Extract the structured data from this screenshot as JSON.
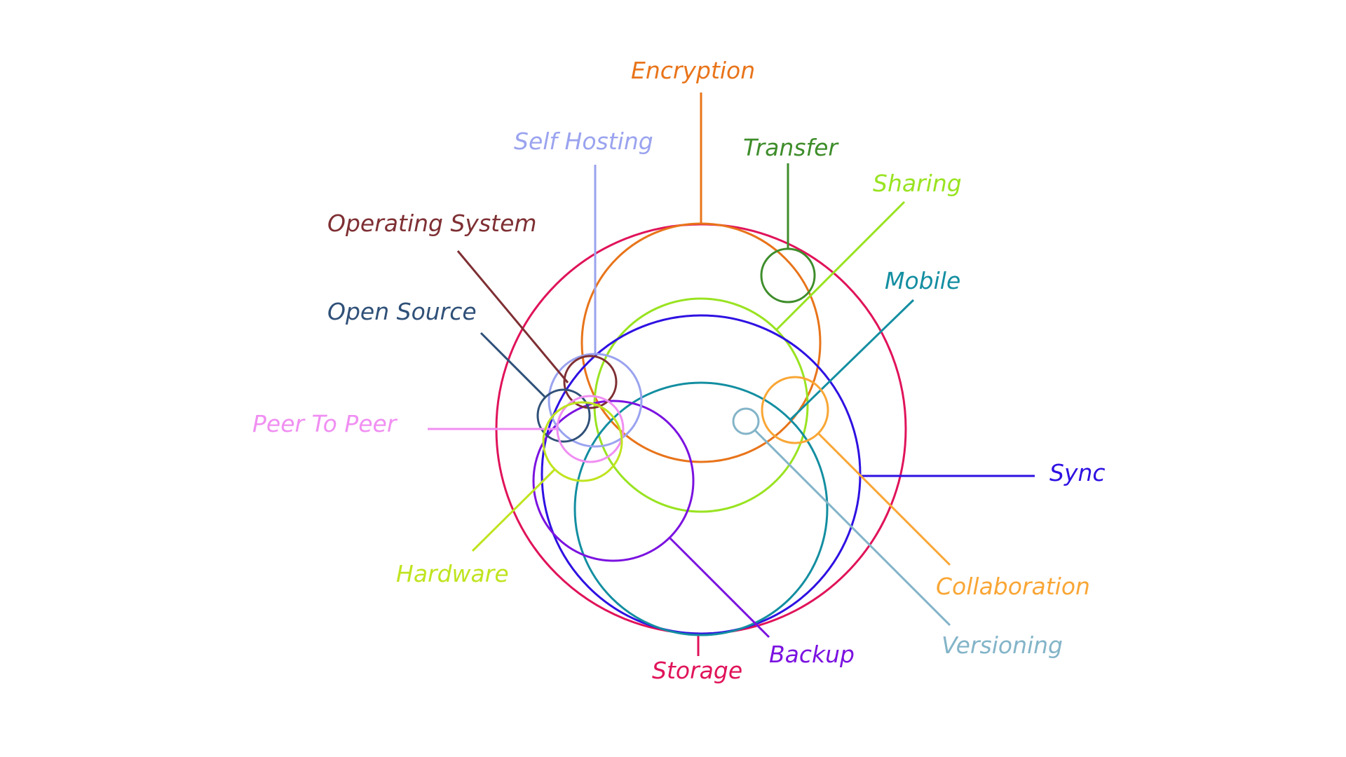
{
  "categories": [
    {
      "key": "storage",
      "label": "Storage",
      "color": "#e0135a"
    },
    {
      "key": "encryption",
      "label": "Encryption",
      "color": "#e8741a"
    },
    {
      "key": "sharing",
      "label": "Sharing",
      "color": "#99e321"
    },
    {
      "key": "sync",
      "label": "Sync",
      "color": "#2e11e2"
    },
    {
      "key": "mobile",
      "label": "Mobile",
      "color": "#138ea1"
    },
    {
      "key": "backup",
      "label": "Backup",
      "color": "#7b12e0"
    },
    {
      "key": "transfer",
      "label": "Transfer",
      "color": "#3e8d2b"
    },
    {
      "key": "collaboration",
      "label": "Collaboration",
      "color": "#f9a635"
    },
    {
      "key": "versioning",
      "label": "Versioning",
      "color": "#83b4c8"
    },
    {
      "key": "self_hosting",
      "label": "Self Hosting",
      "color": "#9aa3ef"
    },
    {
      "key": "operating_system",
      "label": "Operating System",
      "color": "#7e2f33"
    },
    {
      "key": "open_source",
      "label": "Open Source",
      "color": "#2f5078"
    },
    {
      "key": "peer_to_peer",
      "label": "Peer To Peer",
      "color": "#f08ff2"
    },
    {
      "key": "hardware",
      "label": "Hardware",
      "color": "#bfe41f"
    }
  ]
}
